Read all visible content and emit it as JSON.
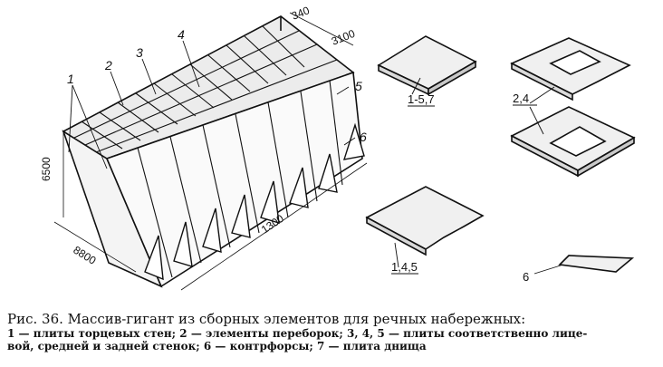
{
  "figure": {
    "part_labels": [
      "1",
      "2",
      "3",
      "4",
      "5",
      "6"
    ],
    "dimensions": {
      "d1": "340",
      "d2": "3100",
      "d3": "6500",
      "d4": "8800",
      "d5": "1300"
    },
    "slab_labels": {
      "a": "1-5,7",
      "b": "2,4",
      "c": "1,4,5",
      "d": "6"
    }
  },
  "caption": {
    "title": "Рис. 36. Массив-гигант из сборных элементов для речных набережных:",
    "line1": "1 — плиты торцевых стен; 2 — элементы переборок; 3, 4, 5 — плиты соответственно лице-",
    "line2": "вой, средней и задней стенок; 6 — контрфорсы; 7 — плита днища"
  }
}
